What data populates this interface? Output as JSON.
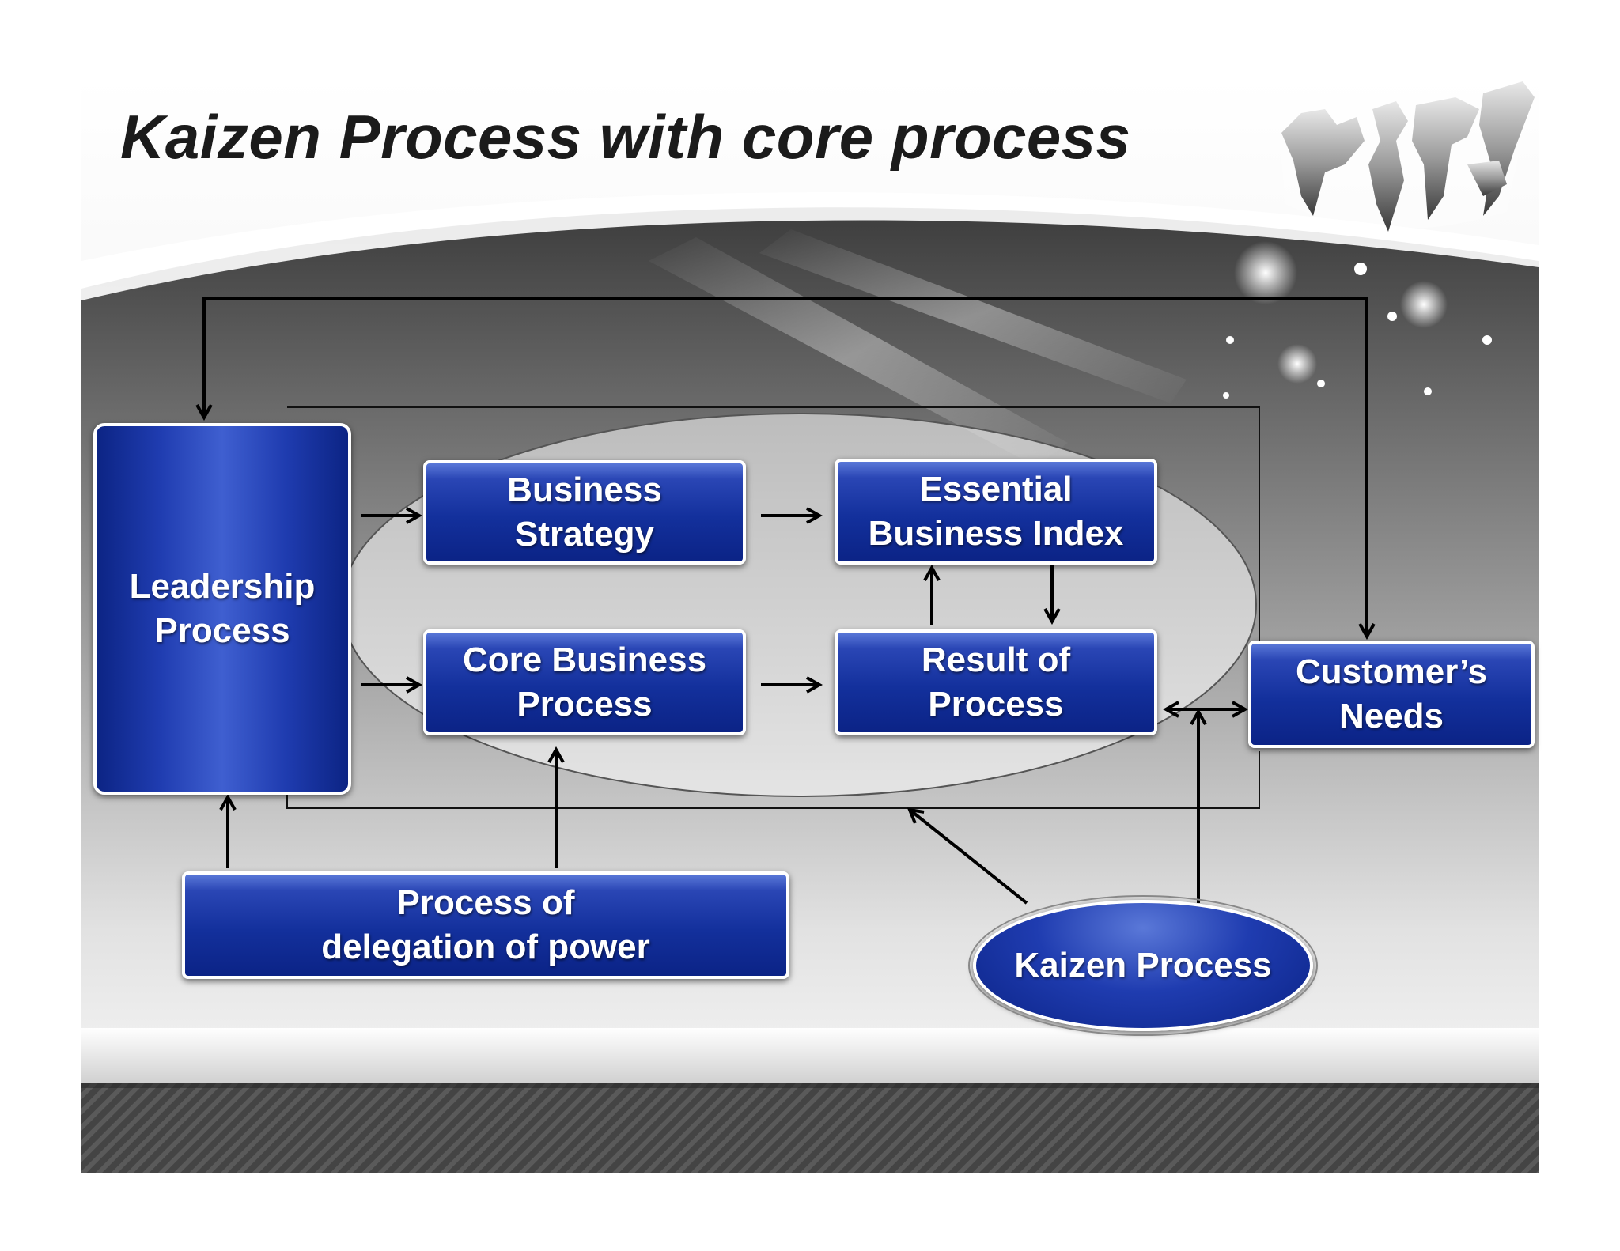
{
  "slide": {
    "title": "Kaizen Process with core process"
  },
  "nodes": {
    "leadership": "Leadership\nProcess",
    "business_strategy": "Business\nStrategy",
    "essential_index": "Essential\nBusiness Index",
    "core_business": "Core Business\nProcess",
    "result_process": "Result of\nProcess",
    "customer_needs": "Customer’s\nNeeds",
    "delegation": "Process of\ndelegation of power",
    "kaizen": "Kaizen Process"
  },
  "colors": {
    "box_blue": "#13309c",
    "box_highlight": "#5a78d8",
    "arrow": "#000000",
    "title": "#1b1b1b",
    "footer_dark": "#3a3a3a"
  },
  "icons": [
    "world-map-globe-icon"
  ]
}
